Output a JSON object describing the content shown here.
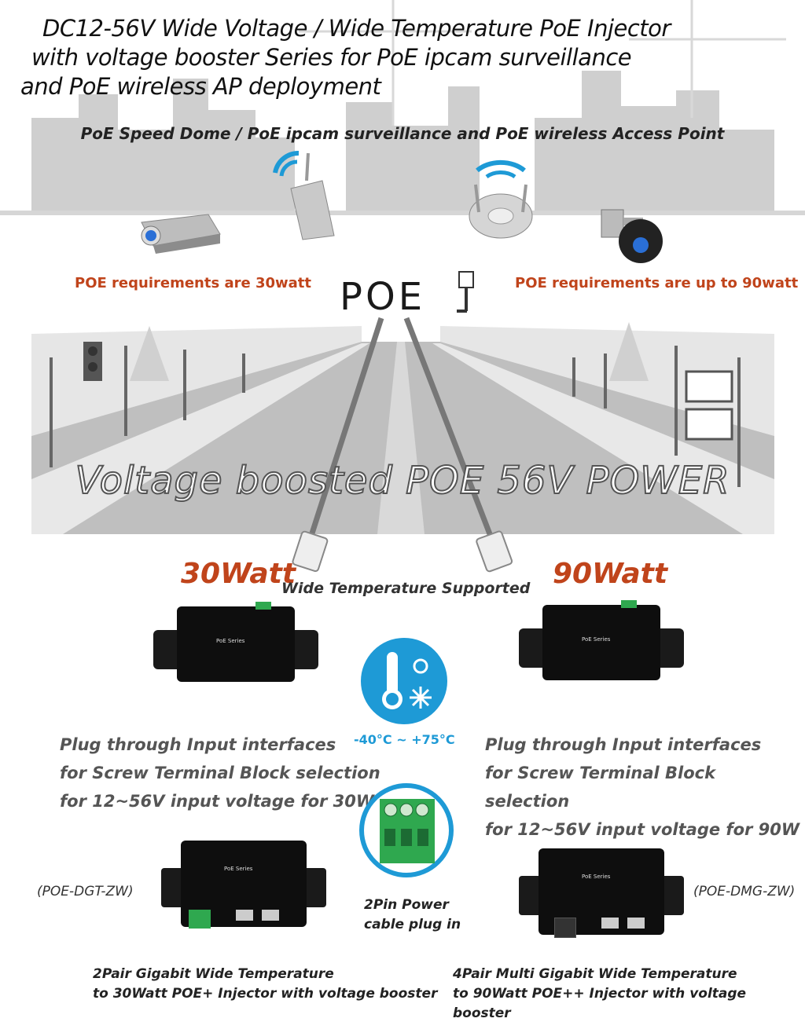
{
  "headline": {
    "line1": "DC12-56V Wide Voltage / Wide Temperature PoE Injector",
    "line2": "with voltage booster Series for PoE ipcam  surveillance",
    "line3": "and PoE wireless AP deployment"
  },
  "subtitle": "PoE Speed Dome / PoE ipcam surveillance and PoE wireless Access Point",
  "requirements": {
    "left": "POE requirements are 30watt",
    "right": "POE requirements are up to 90watt"
  },
  "logo_text": "POE",
  "boost_text": "Voltage boosted POE 56V POWER",
  "watts": {
    "left": "30Watt",
    "right": "90Watt"
  },
  "wide_temp": "Wide Temperature Supported",
  "temp_range": "-40°C  ~ +75°C",
  "device_label": "PoE Series",
  "left_desc": {
    "l1": "Plug through Input interfaces",
    "l2": "for Screw Terminal Block selection",
    "l3": "for 12~56V input voltage for 30W"
  },
  "right_desc": {
    "l1": "Plug through Input interfaces",
    "l2": "for Screw Terminal Block selection",
    "l3": "for 12~56V input voltage for 90W"
  },
  "power_plug": {
    "l1": "2Pin Power",
    "l2": "cable plug in"
  },
  "models": {
    "left": "(POE-DGT-ZW)",
    "right": "(POE-DMG-ZW)"
  },
  "captions": {
    "left1": "2Pair Gigabit Wide Temperature",
    "left2": "to 30Watt POE+ Injector with voltage booster",
    "right1": "4Pair Multi Gigabit Wide Temperature",
    "right2": "to 90Watt POE++ Injector with voltage booster"
  },
  "colors": {
    "accent": "#c0441b",
    "temp_blue": "#1e9ad6",
    "terminal_green": "#2fa84f"
  }
}
